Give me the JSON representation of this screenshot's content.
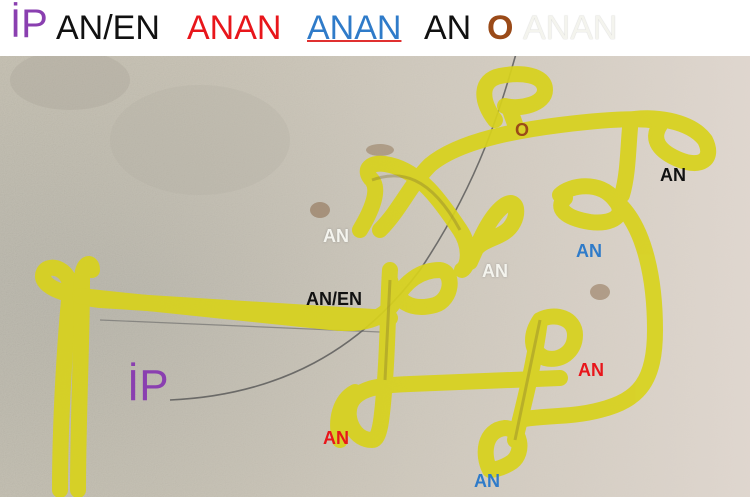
{
  "palette": {
    "purple": "#8a3fb0",
    "black": "#111111",
    "red": "#e8161b",
    "blue": "#2f7bc9",
    "brown": "#9a4a18",
    "white": "#f4f4ee",
    "highlighter_yellow": "#d8d21c",
    "paper": "#c9c4b6"
  },
  "header": {
    "items": [
      {
        "text": "İP",
        "color": "#8a3fb0"
      },
      {
        "text": "AN/EN",
        "color": "#111111"
      },
      {
        "text": "ANAN",
        "color": "#e8161b"
      },
      {
        "text": "ANAN",
        "color": "#2f7bc9"
      },
      {
        "text": "AN",
        "color": "#111111"
      },
      {
        "text": "O",
        "color": "#9a4a18"
      },
      {
        "text": "ANAN",
        "color": "#f4f4ee"
      }
    ]
  },
  "labels": [
    {
      "text": "O",
      "color": "#9a4a18"
    },
    {
      "text": "AN",
      "color": "#111111"
    },
    {
      "text": "AN",
      "color": "#f4f4ee"
    },
    {
      "text": "AN",
      "color": "#f4f4ee"
    },
    {
      "text": "AN",
      "color": "#2f7bc9"
    },
    {
      "text": "AN/EN",
      "color": "#111111"
    },
    {
      "text": "İP",
      "color": "#8a3fb0"
    },
    {
      "text": "AN",
      "color": "#e8161b"
    },
    {
      "text": "AN",
      "color": "#e8161b"
    },
    {
      "text": "AN",
      "color": "#2f7bc9"
    }
  ],
  "photo": {
    "subject": "yellow-highlighted knot diagram drawn on paper"
  }
}
